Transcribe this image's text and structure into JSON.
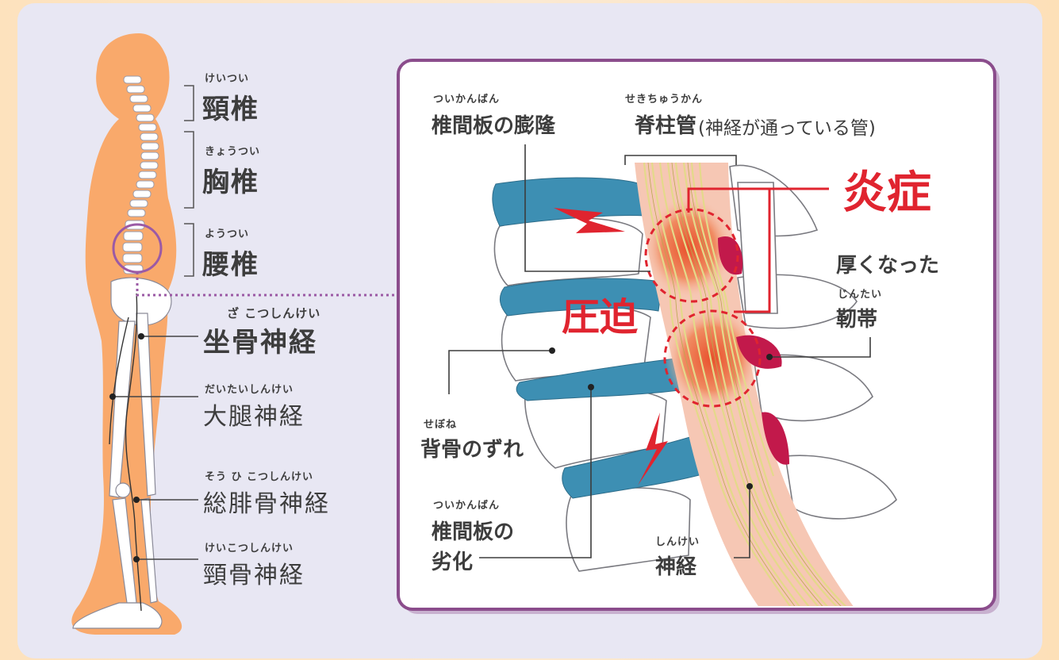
{
  "body_labels": {
    "cervical": {
      "ruby": "けいつい",
      "text": "頸椎"
    },
    "thoracic": {
      "ruby": "きょうつい",
      "text": "胸椎"
    },
    "lumbar": {
      "ruby": "ようつい",
      "text": "腰椎"
    },
    "sciatic": {
      "ruby": "ざ こつしんけい",
      "text": "坐骨神経"
    },
    "femoral": {
      "ruby": "だいたいしんけい",
      "text": "大腿神経"
    },
    "peroneal": {
      "ruby": "そう ひ こつしんけい",
      "text": "総腓骨神経"
    },
    "tibial": {
      "ruby": "けいこつしんけい",
      "text": "頸骨神経"
    }
  },
  "detail_labels": {
    "disc_bulge": {
      "ruby": "ついかんばん",
      "text": "椎間板の膨隆"
    },
    "spinal_canal": {
      "ruby": "せきちゅうかん",
      "text": "脊柱管",
      "note": "(神経が通っている管)"
    },
    "inflammation": {
      "text": "炎症"
    },
    "compression": {
      "text": "圧迫"
    },
    "ligament": {
      "line1": "厚くなった",
      "ruby": "じんたい",
      "line2": "靭帯"
    },
    "vertebra_shift": {
      "ruby": "せぼね",
      "text": "背骨のずれ"
    },
    "disc_degeneration": {
      "ruby": "ついかんばん",
      "line1": "椎間板の",
      "line2": "劣化"
    },
    "nerve": {
      "ruby": "しんけい",
      "text": "神経"
    }
  },
  "colors": {
    "body": "#f9a96b",
    "frame_border": "#8b4d8c",
    "disc": "#3d8fb3",
    "accent_red": "#e0242f",
    "ligament": "#c2194b",
    "nerve": "#e4d98a"
  }
}
